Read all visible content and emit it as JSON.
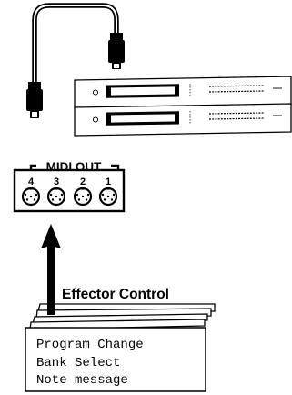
{
  "midi_out": {
    "label": "MIDI OUT",
    "ports": [
      "4",
      "3",
      "2",
      "1"
    ]
  },
  "effector": {
    "title": "Effector Control",
    "messages": [
      "Program Change",
      "Bank Select",
      "Note message"
    ]
  },
  "icons": {
    "cable": "midi-cable-icon",
    "rack_units": "rack-unit-icon",
    "arrow": "up-arrow-icon"
  }
}
